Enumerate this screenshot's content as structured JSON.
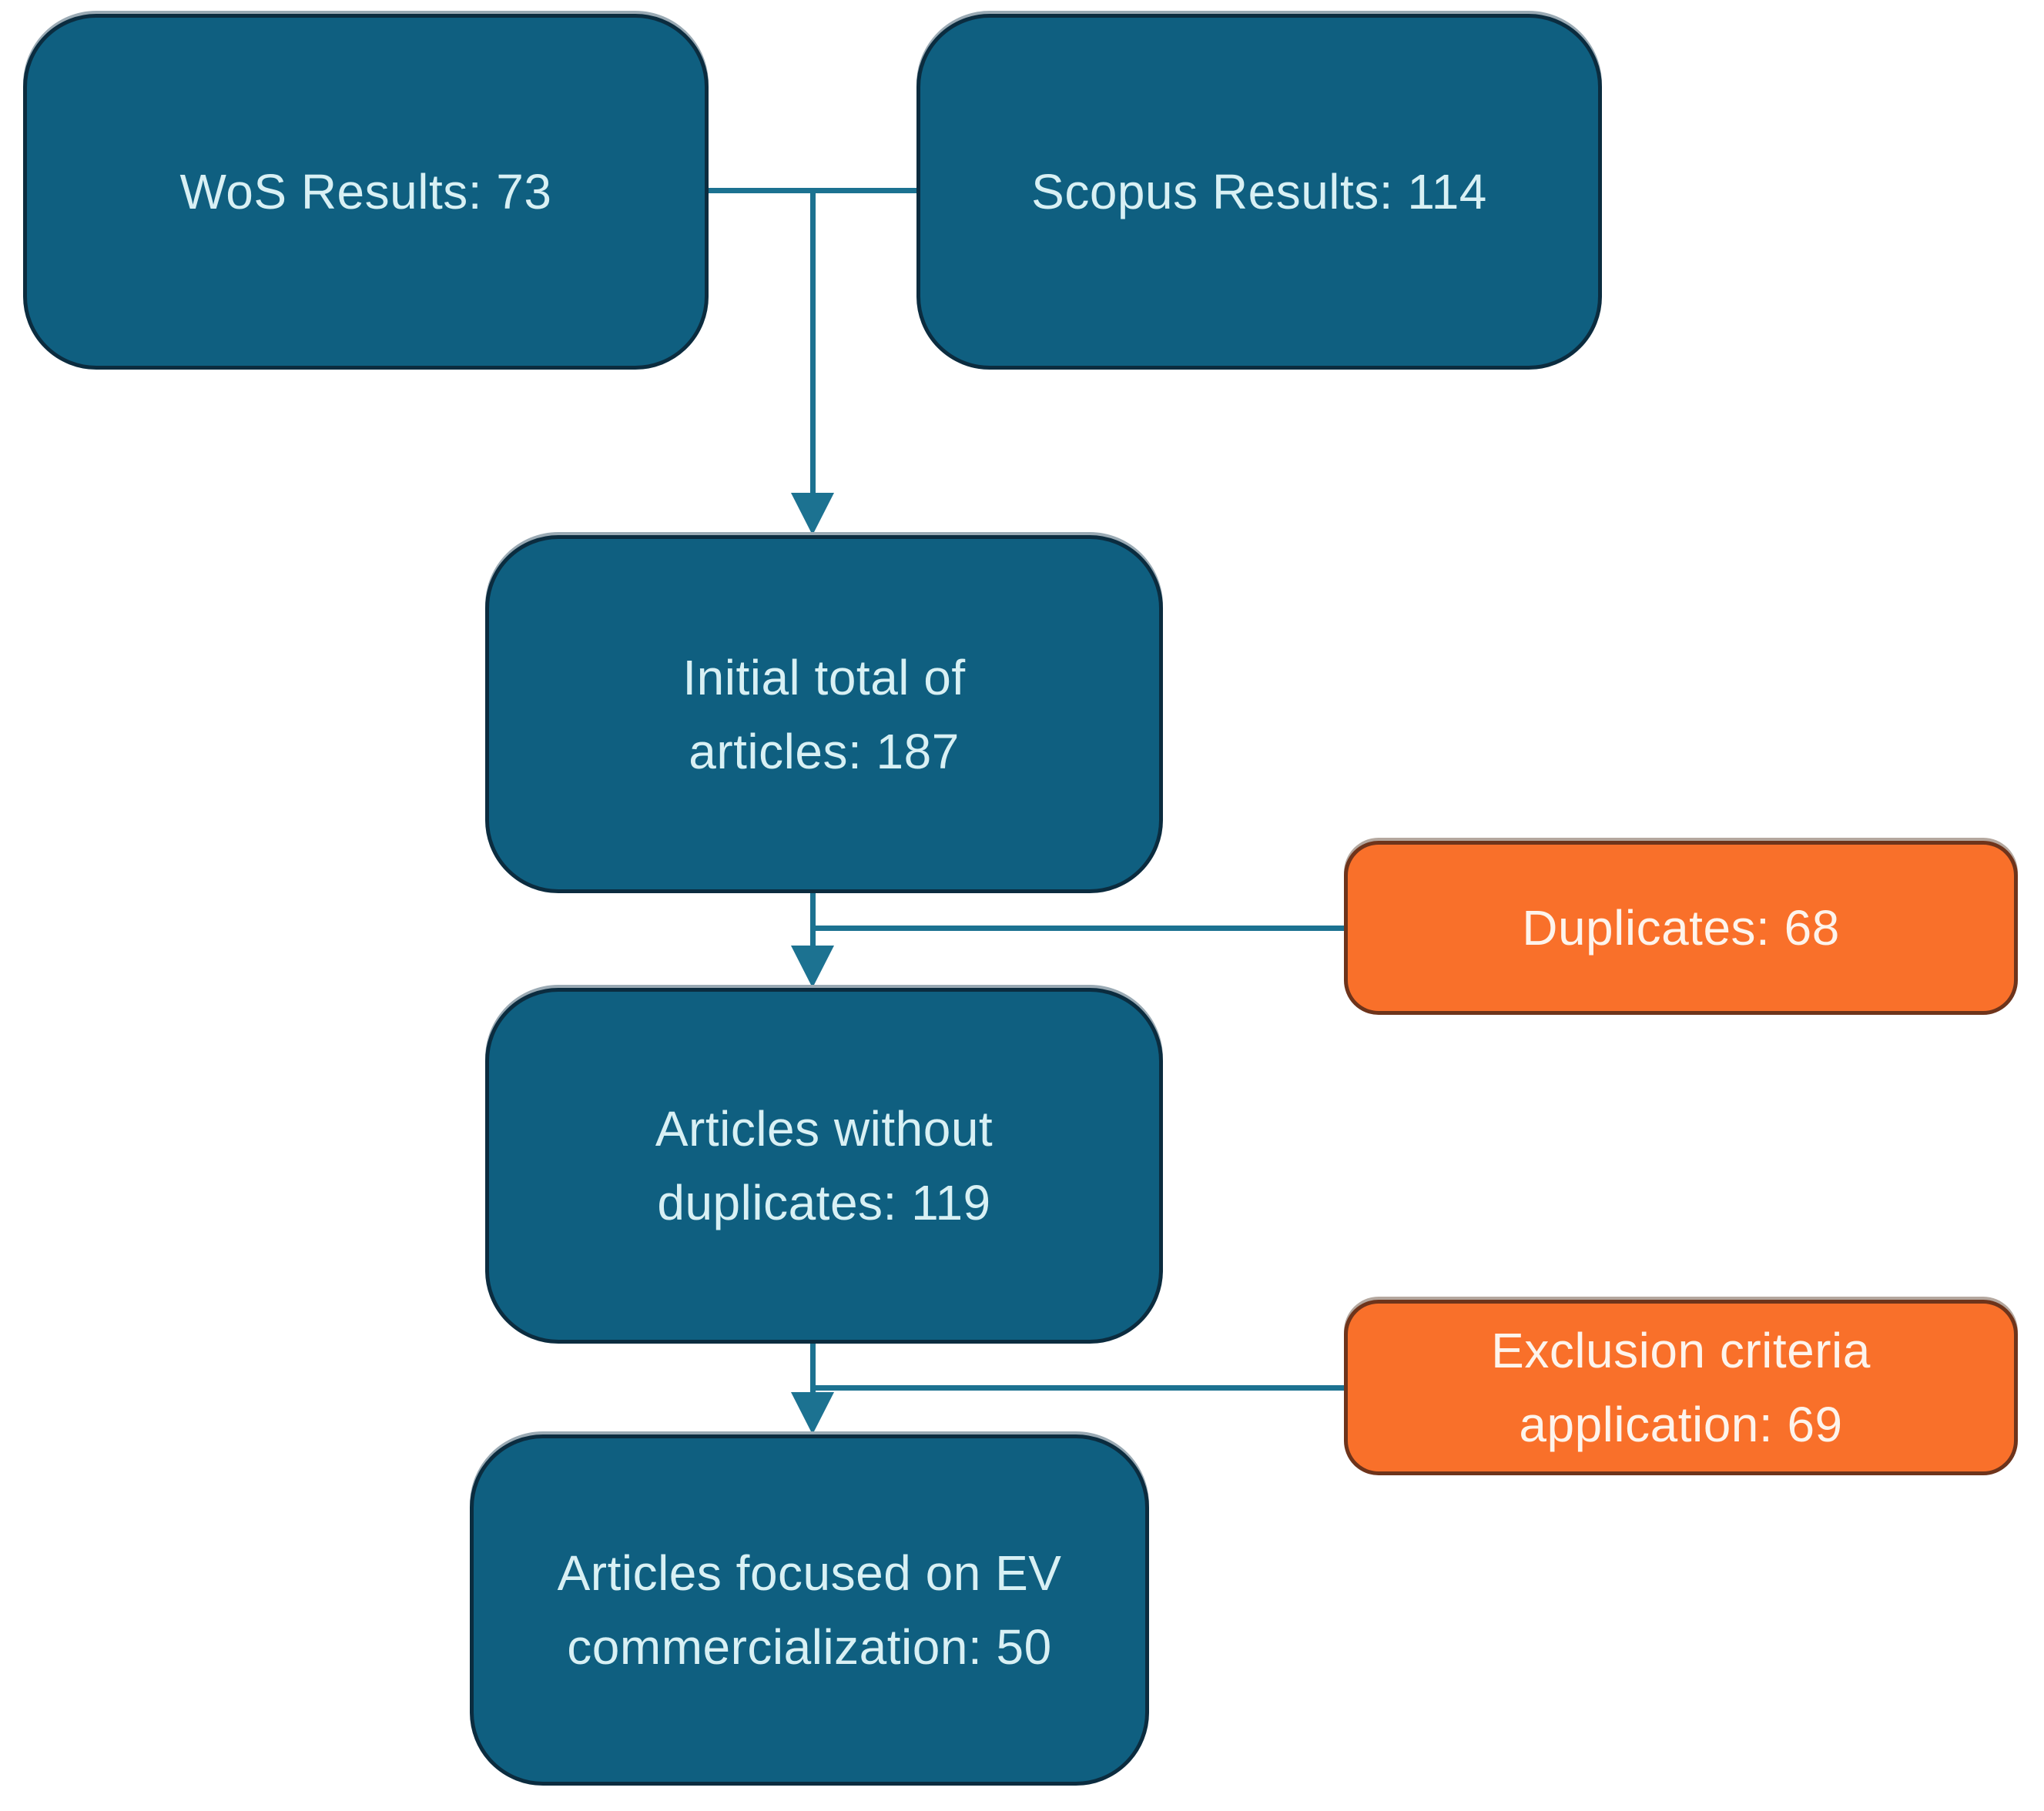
{
  "figure": {
    "type": "flowchart",
    "description": "Systematic literature review selection flow diagram",
    "background": "#FFFFFF"
  },
  "colors": {
    "primary_box_fill": "#0F5F80",
    "primary_box_border": "#0B2C3F",
    "primary_box_text": "#D8F0F4",
    "accent_box_fill": "#F9702A",
    "accent_box_border": "#6E341B",
    "accent_box_text": "#FDF4EC",
    "connector": "#1C7291"
  },
  "nodes": {
    "wos": {
      "label": "WoS Results: 73",
      "style": "primary"
    },
    "scopus": {
      "label": "Scopus Results: 114",
      "style": "primary"
    },
    "initial": {
      "line1": "Initial total of",
      "line2": "articles: 187",
      "style": "primary"
    },
    "duplicates": {
      "label": "Duplicates: 68",
      "style": "accent"
    },
    "no_duplicates": {
      "line1": "Articles without",
      "line2": "duplicates: 119",
      "style": "primary"
    },
    "exclusion": {
      "line1": "Exclusion criteria",
      "line2": "application: 69",
      "style": "accent"
    },
    "final": {
      "line1": "Articles focused on EV",
      "line2": "commercialization: 50",
      "style": "primary"
    }
  },
  "edges": [
    {
      "from": "wos",
      "to": "initial",
      "arrow": "down"
    },
    {
      "from": "scopus",
      "to": "initial",
      "arrow": "down"
    },
    {
      "from": "initial",
      "to": "no_duplicates",
      "arrow": "down",
      "side_branch_to": "duplicates"
    },
    {
      "from": "no_duplicates",
      "to": "final",
      "arrow": "down",
      "side_branch_to": "exclusion"
    }
  ]
}
